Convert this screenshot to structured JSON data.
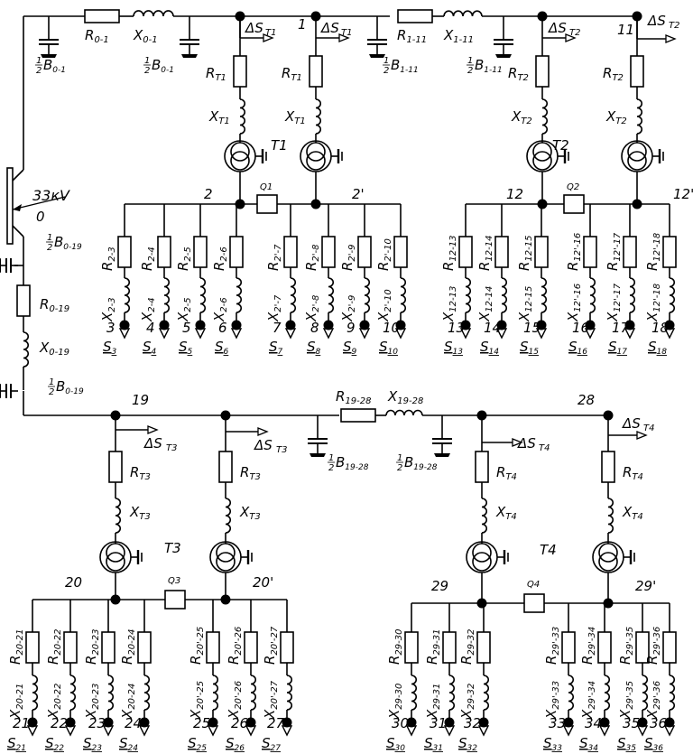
{
  "source_label": "33кV",
  "source_node": "0",
  "colors": {
    "line": "#000000",
    "background": "#ffffff"
  },
  "top_line": {
    "R01": {
      "main": "R",
      "sub": "0-1"
    },
    "X01": {
      "main": "X",
      "sub": "0-1"
    },
    "B01a": {
      "frac": "1",
      "den": "2",
      "main": "B",
      "sub": "0-1"
    },
    "B01b": {
      "frac": "1",
      "den": "2",
      "main": "B",
      "sub": "0-1"
    },
    "R111": {
      "main": "R",
      "sub": "1-11"
    },
    "X111": {
      "main": "X",
      "sub": "1-11"
    },
    "B111a": {
      "frac": "1",
      "den": "2",
      "main": "B",
      "sub": "1-11"
    },
    "B111b": {
      "frac": "1",
      "den": "2",
      "main": "B",
      "sub": "1-11"
    },
    "node1": "1",
    "node11": "11",
    "dS_T1_a": {
      "main": "ΔS",
      "sub": "T1"
    },
    "dS_T1_b": {
      "main": "ΔS",
      "sub": "T1"
    },
    "dS_T2_a": {
      "main": "ΔS",
      "sub": "T2"
    },
    "dS_T2_b": {
      "main": "ΔS",
      "sub": "T2"
    }
  },
  "left_line": {
    "B019a": {
      "frac": "1",
      "den": "2",
      "main": "B",
      "sub": "0-19"
    },
    "R019": {
      "main": "R",
      "sub": "0-19"
    },
    "X019": {
      "main": "X",
      "sub": "0-19"
    },
    "B019b": {
      "frac": "1",
      "den": "2",
      "main": "B",
      "sub": "0-19"
    }
  },
  "T1": {
    "name": "T1",
    "bus_a": "2",
    "bus_b": "2'",
    "breaker": "Q1",
    "R": {
      "main": "R",
      "sub": "T1"
    },
    "X": {
      "main": "X",
      "sub": "T1"
    },
    "branches": [
      {
        "R": "2-3",
        "X": "2-3",
        "node": "3",
        "load": "3"
      },
      {
        "R": "2-4",
        "X": "2-4",
        "node": "4",
        "load": "4"
      },
      {
        "R": "2-5",
        "X": "2-5",
        "node": "5",
        "load": "5"
      },
      {
        "R": "2-6",
        "X": "2-6",
        "node": "6",
        "load": "6"
      },
      {
        "R": "2'-7",
        "X": "2'-7",
        "node": "7",
        "load": "7"
      },
      {
        "R": "2'-8",
        "X": "2'-8",
        "node": "8",
        "load": "8"
      },
      {
        "R": "2'-9",
        "X": "2'-9",
        "node": "9",
        "load": "9"
      },
      {
        "R": "2'-10",
        "X": "2'-10",
        "node": "10",
        "load": "10"
      }
    ]
  },
  "T2": {
    "name": "T2",
    "bus_a": "12",
    "bus_b": "12'",
    "breaker": "Q2",
    "R": {
      "main": "R",
      "sub": "T2"
    },
    "X": {
      "main": "X",
      "sub": "T2"
    },
    "branches": [
      {
        "R": "12-13",
        "X": "12-13",
        "node": "13",
        "load": "13"
      },
      {
        "R": "12-14",
        "X": "12-14",
        "node": "14",
        "load": "14"
      },
      {
        "R": "12-15",
        "X": "12-15",
        "node": "15",
        "load": "15"
      },
      {
        "R": "12'-16",
        "X": "12'-16",
        "node": "16",
        "load": "16"
      },
      {
        "R": "12'-17",
        "X": "12'-17",
        "node": "17",
        "load": "17"
      },
      {
        "R": "12'-18",
        "X": "12'-18",
        "node": "18",
        "load": "18"
      }
    ]
  },
  "mid_line": {
    "node19": "19",
    "node28": "28",
    "R1928": {
      "main": "R",
      "sub": "19-28"
    },
    "X1928": {
      "main": "X",
      "sub": "19-28"
    },
    "B1928a": {
      "frac": "1",
      "den": "2",
      "main": "B",
      "sub": "19-28"
    },
    "B1928b": {
      "frac": "1",
      "den": "2",
      "main": "B",
      "sub": "19-28"
    },
    "dS_T3_a": {
      "main": "ΔS",
      "sub": "T3"
    },
    "dS_T3_b": {
      "main": "ΔS",
      "sub": "T3"
    },
    "dS_T4_a": {
      "main": "ΔS",
      "sub": "T4"
    },
    "dS_T4_b": {
      "main": "ΔS",
      "sub": "T4"
    }
  },
  "T3": {
    "name": "T3",
    "bus_a": "20",
    "bus_b": "20'",
    "breaker": "Q3",
    "R": {
      "main": "R",
      "sub": "T3"
    },
    "X": {
      "main": "X",
      "sub": "T3"
    },
    "branches": [
      {
        "R": "20-21",
        "X": "20-21",
        "node": "21",
        "load": "21"
      },
      {
        "R": "20-22",
        "X": "20-22",
        "node": "22",
        "load": "22"
      },
      {
        "R": "20-23",
        "X": "20-23",
        "node": "23",
        "load": "23"
      },
      {
        "R": "20-24",
        "X": "20-24",
        "node": "24",
        "load": "24"
      },
      {
        "R": "20'-25",
        "X": "20'-25",
        "node": "25",
        "load": "25"
      },
      {
        "R": "20'-26",
        "X": "20'-26",
        "node": "26",
        "load": "26"
      },
      {
        "R": "20'-27",
        "X": "20'-27",
        "node": "27",
        "load": "27"
      }
    ]
  },
  "T4": {
    "name": "T4",
    "bus_a": "29",
    "bus_b": "29'",
    "breaker": "Q4",
    "R": {
      "main": "R",
      "sub": "T4"
    },
    "X": {
      "main": "X",
      "sub": "T4"
    },
    "branches": [
      {
        "R": "29-30",
        "X": "29-30",
        "node": "30",
        "load": "30"
      },
      {
        "R": "29-31",
        "X": "29-31",
        "node": "31",
        "load": "31"
      },
      {
        "R": "29-32",
        "X": "29-32",
        "node": "32",
        "load": "32"
      },
      {
        "R": "29'-33",
        "X": "29'-33",
        "node": "33",
        "load": "33"
      },
      {
        "R": "29'-34",
        "X": "29'-34",
        "node": "34",
        "load": "34"
      },
      {
        "R": "29'-35",
        "X": "29'-35",
        "node": "35",
        "load": "35"
      },
      {
        "R": "29'-36",
        "X": "29'-36",
        "node": "36",
        "load": "36"
      }
    ]
  }
}
